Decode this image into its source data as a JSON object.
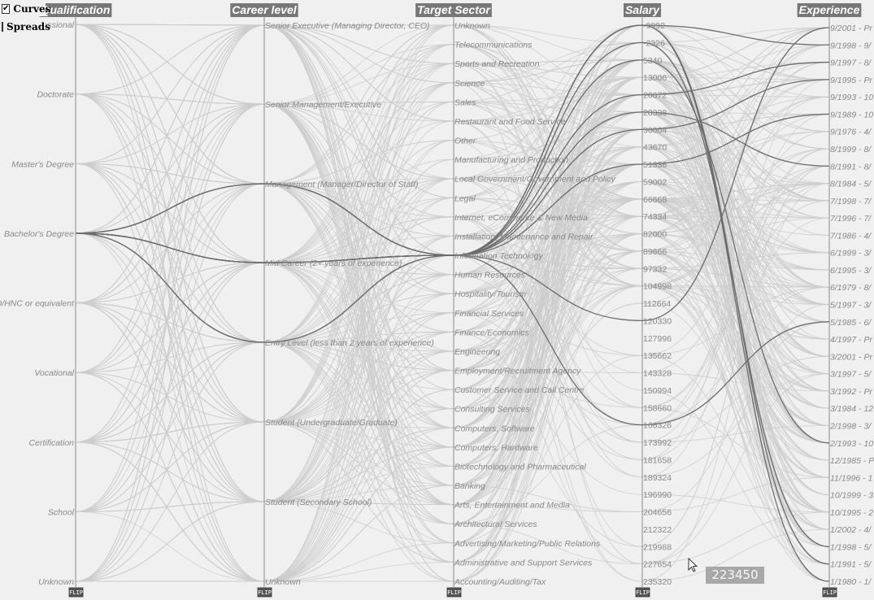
{
  "controls": [
    {
      "label": "Curves",
      "checked": true,
      "mark": "✔"
    },
    {
      "label": "Spreads",
      "checked": false,
      "mark": ""
    }
  ],
  "tooltip": "223450",
  "flip_label": "FLIP",
  "colors": {
    "background": "#f0f0f0",
    "axis_title_bg": "#777777",
    "faint_line": "#cccccc",
    "highlight_line": "#6c6c6c",
    "axis_line": "#8a8a8a"
  },
  "chart_data": {
    "type": "parallel-coordinates",
    "axes": [
      {
        "name": "Qualification",
        "ticks": [
          "Professional",
          "Doctorate",
          "Master's Degree",
          "Bachelor's Degree",
          "HND/HNC or equivalent",
          "Vocational",
          "Certification",
          "School",
          "Unknown"
        ]
      },
      {
        "name": "Career level",
        "ticks": [
          "Senior Executive (Managing Director, CEO)",
          "Senior Management/Executive",
          "Management (Manager/Director of Staff)",
          "Mid Career (2+ years of experience)",
          "Entry Level (less than 2 years of experience)",
          "Student (Undergraduate/Graduate)",
          "Student (Secondary School)",
          "Unknown"
        ]
      },
      {
        "name": "Target Sector",
        "ticks": [
          "Unknown",
          "Telecommunications",
          "Sports and Recreation",
          "Science",
          "Sales",
          "Restaurant and Food Service",
          "Other",
          "Manufacturing and Production",
          "Local Government/Government and Policy",
          "Legal",
          "Internet, eCommerce & New Media",
          "Installation, Maintenance and Repair",
          "Information Technology",
          "Human Resources",
          "Hospitality/Tourism",
          "Financial Services",
          "Finance/Economics",
          "Engineering",
          "Employment/Recruitment Agency",
          "Customer Service and Call Centre",
          "Consulting Services",
          "Computers, Software",
          "Computers, Hardware",
          "Biotechnology and Pharmaceutical",
          "Banking",
          "Arts, Entertainment and Media",
          "Architectural Services",
          "Advertising/Marketing/Public Relations",
          "Administrative and Support Services",
          "Accounting/Auditing/Tax"
        ]
      },
      {
        "name": "Salary",
        "ticks": [
          "-9992",
          "-2326",
          "5340",
          "13006",
          "20672",
          "28338",
          "36004",
          "43670",
          "51336",
          "59002",
          "66668",
          "74334",
          "82000",
          "89666",
          "97332",
          "104998",
          "112664",
          "120330",
          "127996",
          "135662",
          "143328",
          "150994",
          "158660",
          "166326",
          "173992",
          "181658",
          "189324",
          "196990",
          "204656",
          "212322",
          "219988",
          "227654",
          "235320"
        ]
      },
      {
        "name": "Experience",
        "ticks": [
          "9/2001 - Pr",
          "9/1998 - 9/",
          "9/1997 - 8/",
          "9/1995 - Pr",
          "9/1993 - 10",
          "9/1989 - 10",
          "9/1976 - 4/",
          "8/1999 - 8/",
          "8/1991 - 8/",
          "8/1984 - 5/",
          "7/1998 - 7/",
          "7/1996 - 7/",
          "7/1986 - 4/",
          "6/1999 - 3/",
          "6/1995 - 3/",
          "6/1979 - 8/",
          "5/1997 - 3/",
          "5/1985 - 6/",
          "4/1997 - Pr",
          "3/2001 - Pr",
          "3/1997 - 5/",
          "3/1992 - Pr",
          "3/1984 - 12",
          "2/1998 - 3/",
          "2/1993 - 10",
          "12/1985 - P",
          "11/1996 - 1",
          "10/1999 - 3",
          "10/1995 - 2",
          "1/2002 - 4/",
          "1/1998 - 5/",
          "1/1991 - 5/",
          "1/1980 - 1/"
        ]
      }
    ],
    "highlighted": [
      {
        "Qualification": "Bachelor's Degree",
        "Career level": "Management (Manager/Director of Staff)",
        "Target Sector": "Information Technology",
        "Salary": "-9992",
        "Experience": "9/1998 - 9/"
      },
      {
        "Qualification": "Bachelor's Degree",
        "Career level": "Management (Manager/Director of Staff)",
        "Target Sector": "Information Technology",
        "Salary": "-2326",
        "Experience": "1/1998 - 5/"
      },
      {
        "Qualification": "Bachelor's Degree",
        "Career level": "Mid Career (2+ years of experience)",
        "Target Sector": "Information Technology",
        "Salary": "-9992",
        "Experience": "1/1991 - 5/"
      },
      {
        "Qualification": "Bachelor's Degree",
        "Career level": "Mid Career (2+ years of experience)",
        "Target Sector": "Information Technology",
        "Salary": "20672",
        "Experience": "9/1997 - 8/"
      },
      {
        "Qualification": "Bachelor's Degree",
        "Career level": "Mid Career (2+ years of experience)",
        "Target Sector": "Information Technology",
        "Salary": "36004",
        "Experience": "9/1995 - Pr"
      },
      {
        "Qualification": "Bachelor's Degree",
        "Career level": "Mid Career (2+ years of experience)",
        "Target Sector": "Information Technology",
        "Salary": "28338",
        "Experience": "8/1991 - 8/"
      },
      {
        "Qualification": "Bachelor's Degree",
        "Career level": "Entry Level (less than 2 years of experience)",
        "Target Sector": "Information Technology",
        "Salary": "51336",
        "Experience": "9/1989 - 10"
      },
      {
        "Qualification": "Bachelor's Degree",
        "Career level": "Entry Level (less than 2 years of experience)",
        "Target Sector": "Information Technology",
        "Salary": "166326",
        "Experience": "5/1985 - 6/"
      },
      {
        "Qualification": "Bachelor's Degree",
        "Career level": "Mid Career (2+ years of experience)",
        "Target Sector": "Information Technology",
        "Salary": "120330",
        "Experience": "9/2001 - Pr"
      },
      {
        "Qualification": "Bachelor's Degree",
        "Career level": "Mid Career (2+ years of experience)",
        "Target Sector": "Information Technology",
        "Salary": "5340",
        "Experience": "2/1993 - 10"
      },
      {
        "Qualification": "Bachelor's Degree",
        "Career level": "Management (Manager/Director of Staff)",
        "Target Sector": "Information Technology",
        "Salary": "-9992",
        "Experience": "1/1980 - 1/"
      }
    ]
  }
}
